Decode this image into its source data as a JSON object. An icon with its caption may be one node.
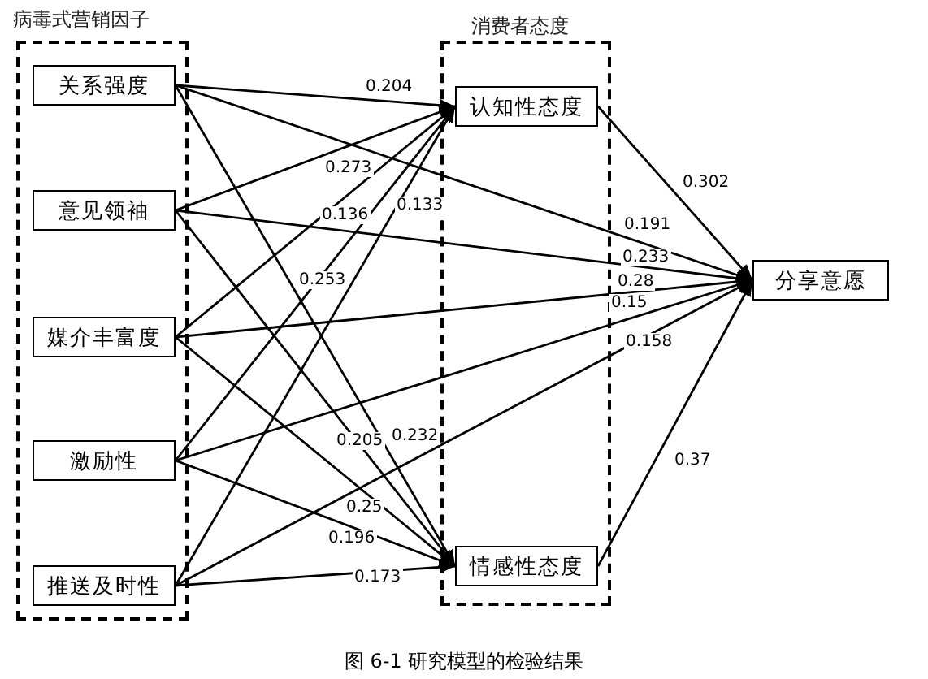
{
  "diagram": {
    "caption": "图 6-1 研究模型的检验结果",
    "nodes": [
      {
        "text": [
          "病毒式营销因子"
        ]
      },
      {
        "text": [
          "关系强度"
        ],
        "in": 0
      },
      {
        "text": [
          "意见领袖"
        ],
        "in": 0
      },
      {
        "text": [
          "媒介丰富度"
        ],
        "in": 0
      },
      {
        "text": [
          "激励性"
        ],
        "in": 0
      },
      {
        "text": [
          "推送及时性"
        ],
        "in": 0
      },
      {
        "text": [
          "消费者态度"
        ]
      },
      {
        "text": [
          "认知性态度"
        ],
        "in": 6
      },
      {
        "text": [
          "情感性态度"
        ],
        "in": 6
      },
      {
        "text": [
          "分享意愿"
        ]
      }
    ],
    "edges": [
      {
        "from": 1,
        "to": 7,
        "arrow": "to",
        "label": "0.204"
      },
      {
        "from": 2,
        "to": 7,
        "arrow": "to",
        "label": "0.273"
      },
      {
        "from": 3,
        "to": 7,
        "arrow": "to",
        "label": "0.136"
      },
      {
        "from": 4,
        "to": 7,
        "arrow": "to",
        "label": "0.253"
      },
      {
        "from": 5,
        "to": 7,
        "arrow": "to",
        "label": "0.133"
      },
      {
        "from": 1,
        "to": 8,
        "arrow": "to",
        "label": "0.232"
      },
      {
        "from": 2,
        "to": 8,
        "arrow": "to",
        "label": "0.205"
      },
      {
        "from": 3,
        "to": 8,
        "arrow": "to",
        "label": "0.25"
      },
      {
        "from": 4,
        "to": 8,
        "arrow": "to",
        "label": "0.196"
      },
      {
        "from": 5,
        "to": 8,
        "arrow": "to",
        "label": "0.173"
      },
      {
        "from": 1,
        "to": 9,
        "arrow": "to",
        "label": "0.191"
      },
      {
        "from": 2,
        "to": 9,
        "arrow": "to",
        "label": "0.233"
      },
      {
        "from": 3,
        "to": 9,
        "arrow": "to",
        "label": "0.28"
      },
      {
        "from": 4,
        "to": 9,
        "arrow": "to",
        "label": "0.15"
      },
      {
        "from": 5,
        "to": 9,
        "arrow": "to",
        "label": "0.158"
      },
      {
        "from": 7,
        "to": 9,
        "arrow": "to",
        "label": "0.302"
      },
      {
        "from": 8,
        "to": 9,
        "arrow": "to",
        "label": "0.37"
      }
    ]
  }
}
